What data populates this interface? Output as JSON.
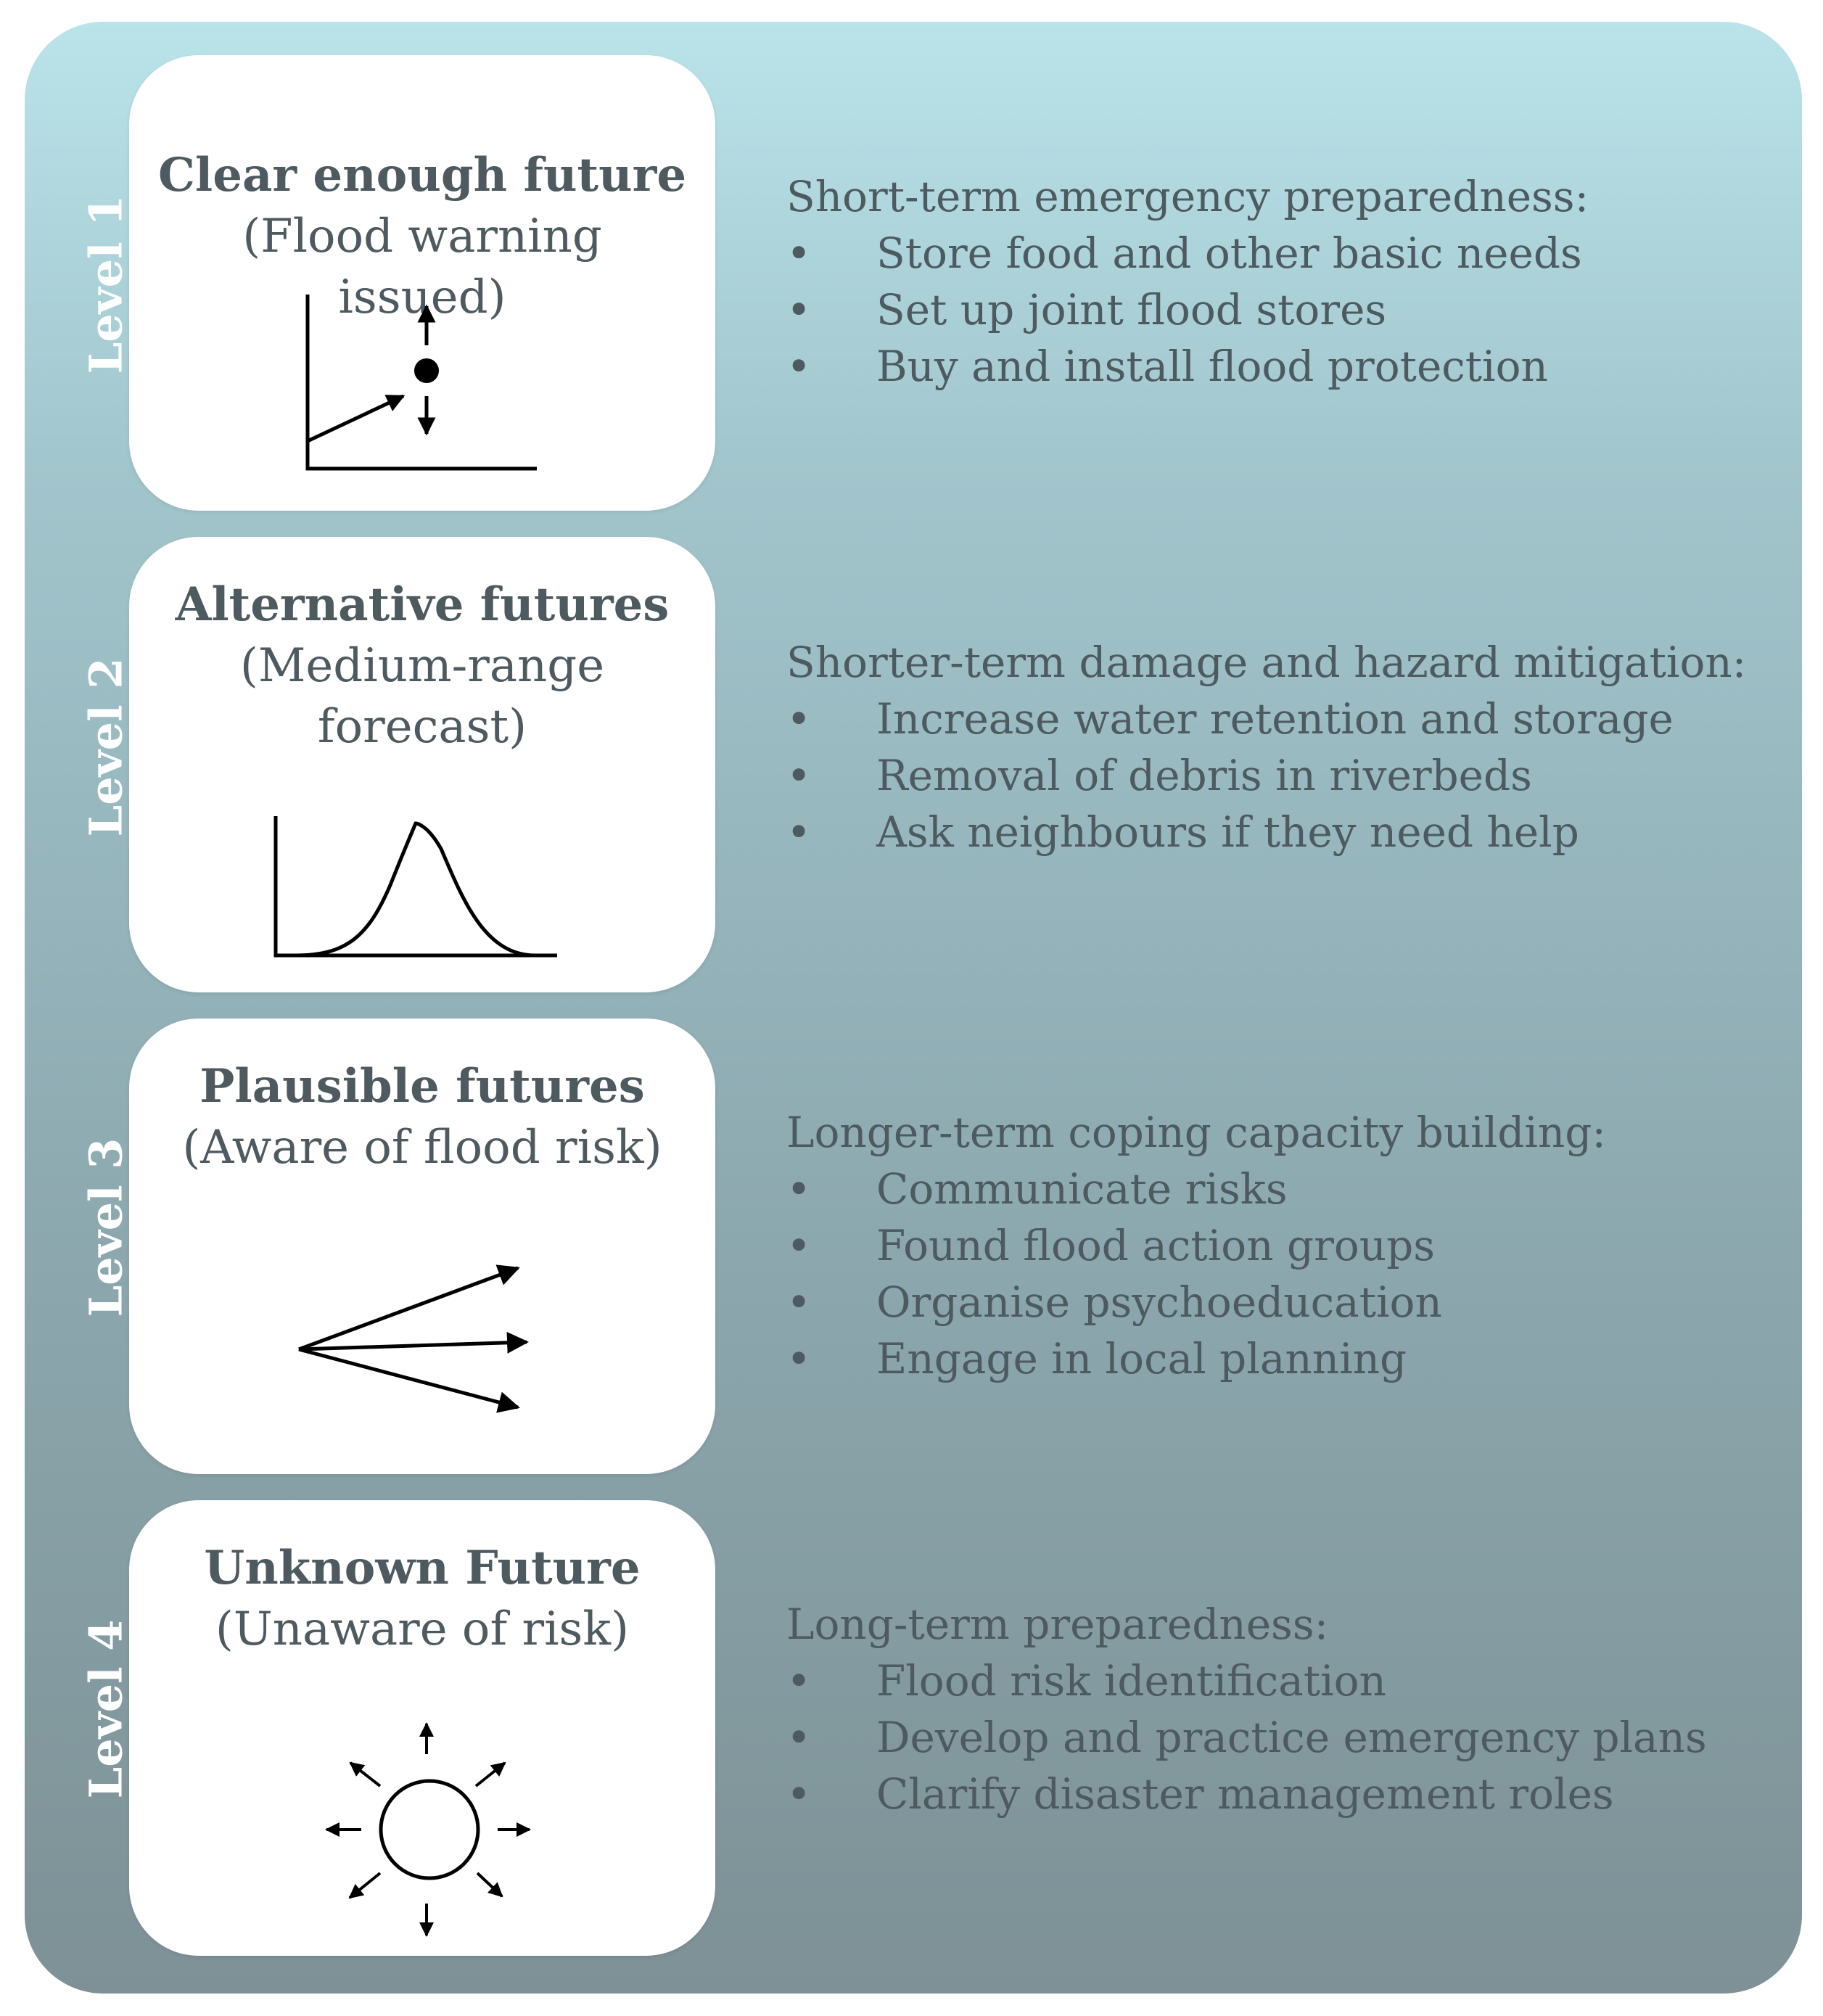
{
  "levels": [
    {
      "label": "Level 1",
      "title": "Clear enough future",
      "subtitle": "(Flood warning issued)",
      "icon": "trend-with-uncertainty-icon",
      "actions_heading": "Short-term emergency preparedness:",
      "actions": [
        "Store food and other basic needs",
        "Set up joint flood stores",
        "Buy and install flood protection"
      ]
    },
    {
      "label": "Level 2",
      "title": "Alternative futures",
      "subtitle": "(Medium-range forecast)",
      "icon": "bell-curve-icon",
      "actions_heading": "Shorter-term damage and hazard mitigation:",
      "actions": [
        "Increase water retention and storage",
        "Removal of debris in riverbeds",
        "Ask neighbours if they need help"
      ]
    },
    {
      "label": "Level 3",
      "title": "Plausible futures",
      "subtitle": "(Aware of flood risk)",
      "icon": "diverging-arrows-icon",
      "actions_heading": "Longer-term coping capacity building:",
      "actions": [
        "Communicate risks",
        "Found flood action groups",
        "Organise psychoeducation",
        "Engage in local planning"
      ]
    },
    {
      "label": "Level 4",
      "title": "Unknown Future",
      "subtitle": "(Unaware of risk)",
      "icon": "radiating-arrows-icon",
      "actions_heading": "Long-term preparedness:",
      "actions": [
        "Flood risk identification",
        "Develop and practice emergency plans",
        "Clarify disaster management roles"
      ]
    }
  ],
  "colors": {
    "panel_top": "#bae3ea",
    "panel_bottom": "#7d9196",
    "text": "#4d5a60",
    "card": "#ffffff"
  }
}
